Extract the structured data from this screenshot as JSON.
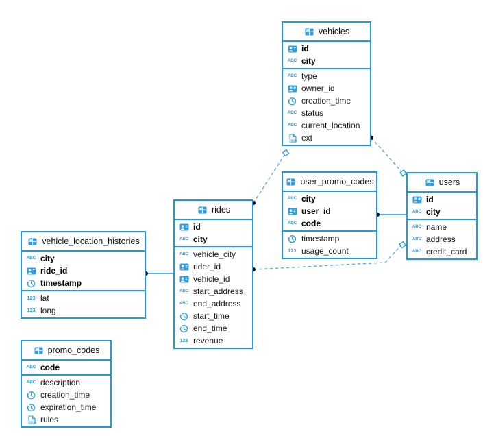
{
  "diagram": {
    "tables": [
      {
        "name": "vehicles",
        "primary_key": [
          {
            "name": "id",
            "type": "uuid"
          },
          {
            "name": "city",
            "type": "string"
          }
        ],
        "columns": [
          {
            "name": "type",
            "type": "string"
          },
          {
            "name": "owner_id",
            "type": "uuid"
          },
          {
            "name": "creation_time",
            "type": "timestamp"
          },
          {
            "name": "status",
            "type": "string"
          },
          {
            "name": "current_location",
            "type": "string"
          },
          {
            "name": "ext",
            "type": "json"
          }
        ]
      },
      {
        "name": "user_promo_codes",
        "primary_key": [
          {
            "name": "city",
            "type": "string"
          },
          {
            "name": "user_id",
            "type": "uuid"
          },
          {
            "name": "code",
            "type": "string"
          }
        ],
        "columns": [
          {
            "name": "timestamp",
            "type": "timestamp"
          },
          {
            "name": "usage_count",
            "type": "number"
          }
        ]
      },
      {
        "name": "users",
        "primary_key": [
          {
            "name": "id",
            "type": "uuid"
          },
          {
            "name": "city",
            "type": "string"
          }
        ],
        "columns": [
          {
            "name": "name",
            "type": "string"
          },
          {
            "name": "address",
            "type": "string"
          },
          {
            "name": "credit_card",
            "type": "string"
          }
        ]
      },
      {
        "name": "rides",
        "primary_key": [
          {
            "name": "id",
            "type": "uuid"
          },
          {
            "name": "city",
            "type": "string"
          }
        ],
        "columns": [
          {
            "name": "vehicle_city",
            "type": "string"
          },
          {
            "name": "rider_id",
            "type": "uuid"
          },
          {
            "name": "vehicle_id",
            "type": "uuid"
          },
          {
            "name": "start_address",
            "type": "string"
          },
          {
            "name": "end_address",
            "type": "string"
          },
          {
            "name": "start_time",
            "type": "timestamp"
          },
          {
            "name": "end_time",
            "type": "timestamp"
          },
          {
            "name": "revenue",
            "type": "number"
          }
        ]
      },
      {
        "name": "vehicle_location_histories",
        "primary_key": [
          {
            "name": "city",
            "type": "string"
          },
          {
            "name": "ride_id",
            "type": "uuid"
          },
          {
            "name": "timestamp",
            "type": "timestamp"
          }
        ],
        "columns": [
          {
            "name": "lat",
            "type": "number"
          },
          {
            "name": "long",
            "type": "number"
          }
        ]
      },
      {
        "name": "promo_codes",
        "primary_key": [
          {
            "name": "code",
            "type": "string"
          }
        ],
        "columns": [
          {
            "name": "description",
            "type": "string"
          },
          {
            "name": "creation_time",
            "type": "timestamp"
          },
          {
            "name": "expiration_time",
            "type": "timestamp"
          },
          {
            "name": "rules",
            "type": "json"
          }
        ]
      }
    ],
    "relationships": [
      {
        "from": "rides",
        "to": "vehicles"
      },
      {
        "from": "vehicles",
        "to": "users"
      },
      {
        "from": "user_promo_codes",
        "to": "users"
      },
      {
        "from": "rides",
        "to": "users"
      },
      {
        "from": "vehicle_location_histories",
        "to": "rides"
      }
    ]
  },
  "icon_names": {
    "table": "table-icon",
    "uuid": "id-badge-icon",
    "string": "abc-icon",
    "number": "number-123-icon",
    "timestamp": "clock-icon",
    "json": "json-document-icon"
  },
  "icon_glyphs": {
    "string": "ABC",
    "number": "123",
    "json": "JSON"
  },
  "colors": {
    "border_blue": "#1b9be4",
    "icon_blue": "#2f9ce4",
    "wire_blue": "#5facde",
    "dot_black": "#000000",
    "text": "#161616",
    "background": "#ffffff"
  }
}
